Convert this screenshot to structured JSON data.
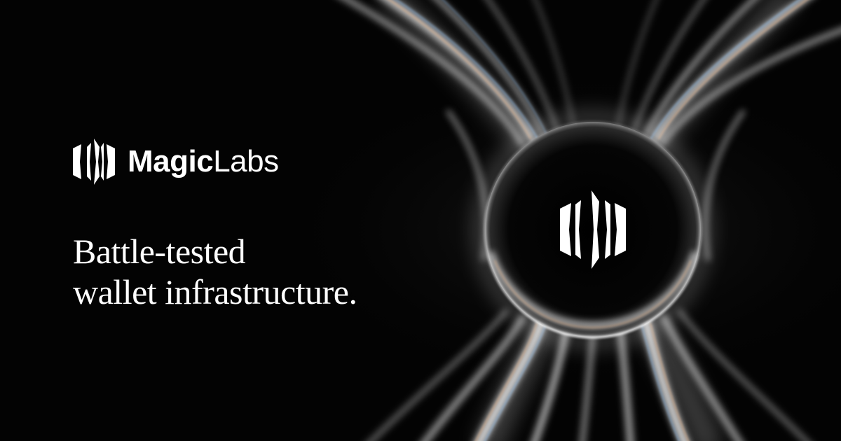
{
  "brand": {
    "name_bold": "Magic",
    "name_light": "Labs",
    "logo_icon": "magic-labs-logo-icon"
  },
  "headline": {
    "line1": "Battle-tested",
    "line2": "wallet infrastructure."
  },
  "colors": {
    "background": "#030303",
    "text": "#ffffff",
    "glow": "#ffffff",
    "glow_warm": "#f2b98a",
    "glow_cool": "#8fc7ff"
  },
  "decor": {
    "center_icon": "magic-labs-logo-icon"
  }
}
